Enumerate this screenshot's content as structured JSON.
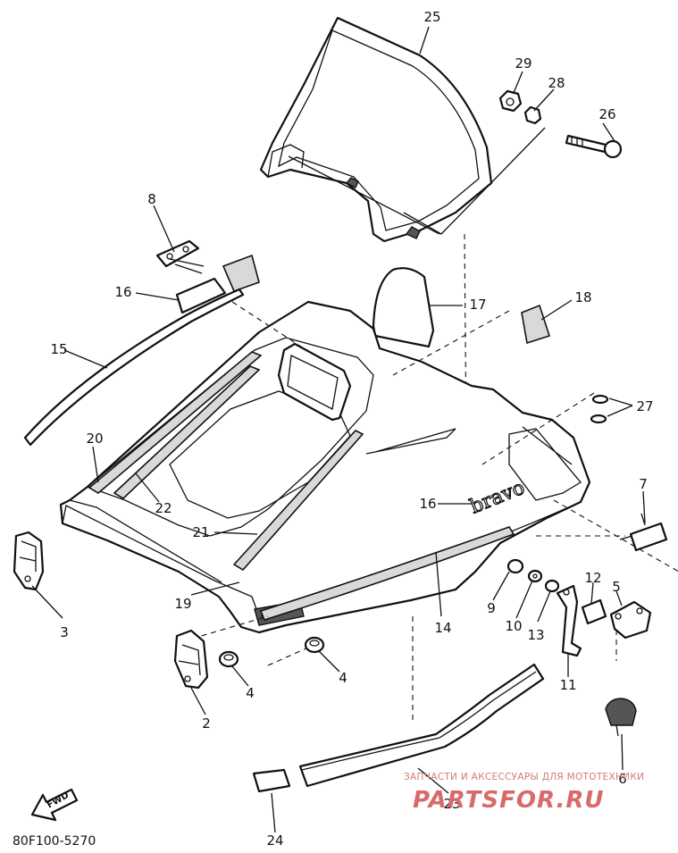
{
  "diagram_code": "80F100-5270",
  "brand_lettering": "bravo",
  "direction_label": "FWD",
  "watermark": {
    "line1": "ЗАПЧАСТИ И АКСЕССУАРЫ ДЛЯ МОТОТЕХНИКИ",
    "line2": "PARTSFOR.RU"
  },
  "callouts": [
    "25",
    "29",
    "28",
    "26",
    "8",
    "16",
    "17",
    "18",
    "15",
    "27",
    "20",
    "22",
    "21",
    "16",
    "7",
    "19",
    "14",
    "9",
    "10",
    "13",
    "12",
    "5",
    "3",
    "4",
    "4",
    "2",
    "11",
    "6",
    "23",
    "24"
  ]
}
